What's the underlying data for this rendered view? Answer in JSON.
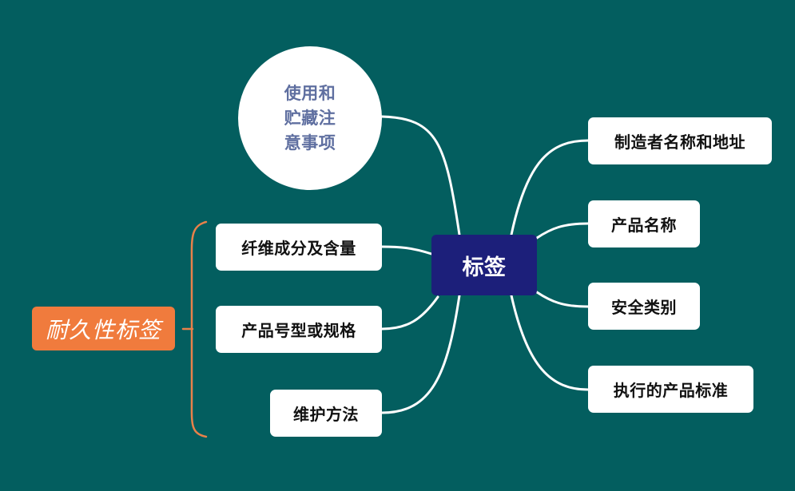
{
  "diagram": {
    "center": {
      "label": "标签"
    },
    "note": {
      "label": "使用和\n贮藏注\n意事项"
    },
    "right_branches": [
      {
        "label": "制造者名称和地址"
      },
      {
        "label": "产品名称"
      },
      {
        "label": "安全类别"
      },
      {
        "label": "执行的产品标准"
      }
    ],
    "left_branches": [
      {
        "label": "纤维成分及含量"
      },
      {
        "label": "产品号型或规格"
      },
      {
        "label": "维护方法"
      }
    ],
    "group": {
      "label": "耐久性标签"
    }
  },
  "colors": {
    "background": "#035e5f",
    "center_fill": "#1c1f7a",
    "node_fill": "#ffffff",
    "note_text": "#5f6fa0",
    "group_fill": "#f07b3d",
    "group_brace": "#e8814a",
    "connector": "#ffffff"
  }
}
